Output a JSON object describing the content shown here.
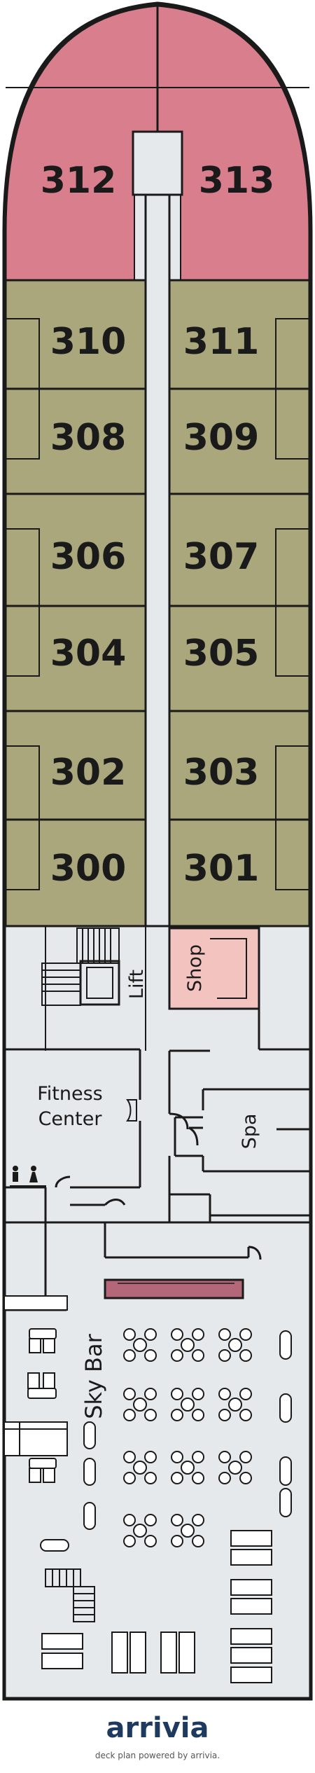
{
  "colors": {
    "bow_cabins": "#d97e8c",
    "cabins": "#a9a77b",
    "public": "#e6e9ec",
    "shop": "#f3c3c0",
    "bar_counter": "#b5677a",
    "outline": "#1a1a1a",
    "brand": "#1f3a5f"
  },
  "cabins": {
    "c312": "312",
    "c313": "313",
    "c310": "310",
    "c311": "311",
    "c308": "308",
    "c309": "309",
    "c306": "306",
    "c307": "307",
    "c304": "304",
    "c305": "305",
    "c302": "302",
    "c303": "303",
    "c300": "300",
    "c301": "301"
  },
  "areas": {
    "lift": "Lift",
    "shop": "Shop",
    "fitness_line1": "Fitness",
    "fitness_line2": "Center",
    "spa": "Spa",
    "sky_bar": "Sky Bar"
  },
  "footer": {
    "brand": "arrivia",
    "credit": "deck plan powered by arrivia."
  }
}
